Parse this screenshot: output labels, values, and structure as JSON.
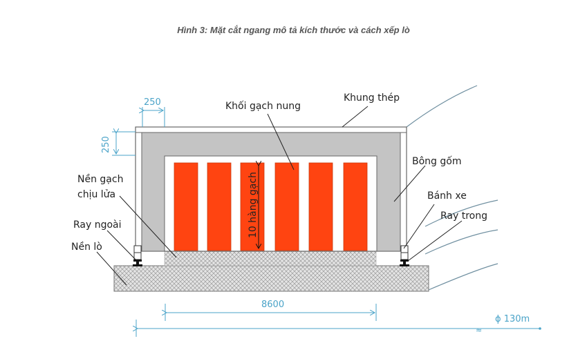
{
  "caption": "Hình 3: Mặt cắt ngang mô tả kích thước và cách xếp lò",
  "labels": {
    "khoi_gach_nung": "Khối gạch nung",
    "khung_thep": "Khung thép",
    "bong_gom": "Bông gốm",
    "nen_gach_line1": "Nền gạch",
    "nen_gach_line2": "chịu lửa",
    "banh_xe": "Bánh xe",
    "ray_trong": "Ray trong",
    "ray_ngoai": "Ray ngoài",
    "nen_lo": "Nền lò",
    "hang_gach": "10 hàng gạch"
  },
  "dimensions": {
    "top_width": "250",
    "top_height": "250",
    "inner_width": "8600",
    "diameter": "ϕ 130m"
  },
  "colors": {
    "brick": "#ff4411",
    "insulation": "#c4c4c4",
    "dimension": "#4aa3c8",
    "curve": "#6f8fa0"
  },
  "brick_columns": 6
}
